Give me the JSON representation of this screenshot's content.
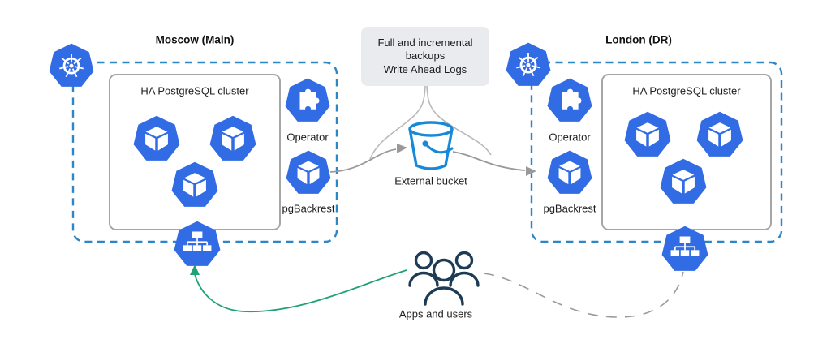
{
  "moscow": {
    "title": "Moscow (Main)",
    "cluster_title": "HA PostgreSQL cluster",
    "operator_label": "Operator",
    "pgbackrest_label": "pgBackrest"
  },
  "london": {
    "title": "London (DR)",
    "cluster_title": "HA PostgreSQL cluster",
    "operator_label": "Operator",
    "pgbackrest_label": "pgBackrest"
  },
  "backup_note": {
    "line1": "Full and incremental backups",
    "line2": "Write Ahead Logs"
  },
  "bucket": {
    "label": "External bucket"
  },
  "users": {
    "label": "Apps and users"
  },
  "icons": {
    "kubernetes": "kubernetes-wheel-icon",
    "pod": "pod-cube-icon",
    "operator": "puzzle-piece-icon",
    "pgbackrest": "pod-cube-icon",
    "service": "sitemap-service-icon",
    "bucket": "bucket-icon",
    "users": "people-group-icon"
  },
  "colors": {
    "k8s_blue": "#326CE5",
    "dashed_border": "#2D86C6",
    "cluster_border": "#A6A6A6",
    "bucket_blue": "#1789D8",
    "arrow_green": "#21A179",
    "connector_gray": "#999999",
    "link_gray": "#9B9B9B",
    "note_bg": "#E9EBEE",
    "people_navy": "#1D3B55"
  }
}
